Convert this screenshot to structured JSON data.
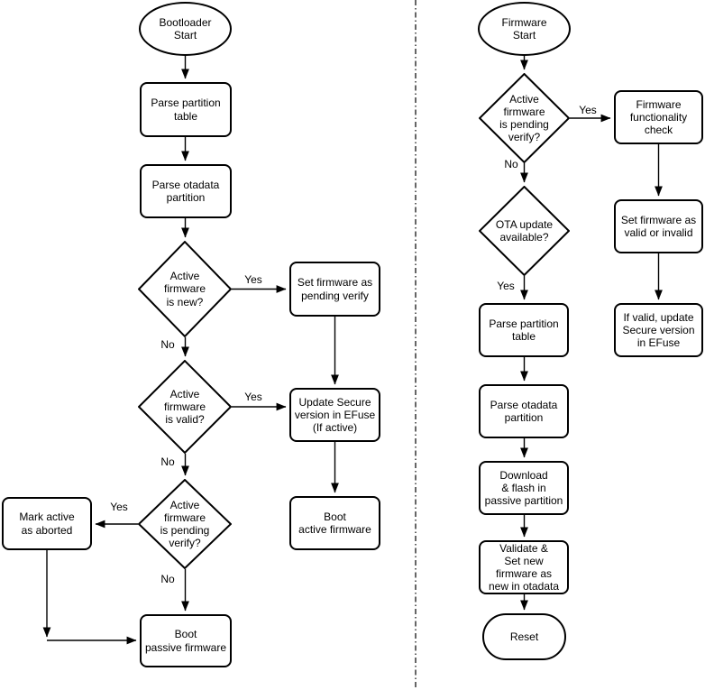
{
  "bootloader_flow": {
    "start": "Bootloader\nStart",
    "parse_partition_table": "Parse partition\ntable",
    "parse_otadata_partition": "Parse otadata\npartition",
    "q_is_new": "Active\nfirmware\nis new?",
    "set_pending_verify": "Set firmware as\npending verify",
    "q_is_valid": "Active\nfirmware\nis valid?",
    "update_secure_version": "Update Secure\nversion in EFuse\n(If active)",
    "q_is_pending_verify": "Active\nfirmware\nis pending\nverify?",
    "mark_active_aborted": "Mark active\nas aborted",
    "boot_active_firmware": "Boot\nactive firmware",
    "boot_passive_firmware": "Boot\npassive firmware"
  },
  "firmware_flow": {
    "start": "Firmware\nStart",
    "q_is_pending_verify": "Active\nfirmware\nis pending\nverify?",
    "functionality_check": "Firmware\nfunctionality\ncheck",
    "q_ota_available": "OTA update\navailable?",
    "set_valid_or_invalid": "Set firmware as\nvalid or invalid",
    "if_valid_update_secure": "If valid, update\nSecure version\nin EFuse",
    "parse_partition_table": "Parse partition\ntable",
    "parse_otadata_partition": "Parse otadata\npartition",
    "download_flash": "Download\n& flash in\npassive partition",
    "validate_set_new": "Validate &\nSet new\nfirmware as\nnew in otadata",
    "reset": "Reset"
  },
  "edge_labels": {
    "yes": "Yes",
    "no": "No"
  },
  "colors": {
    "stroke": "#000000",
    "background": "#ffffff",
    "text": "#000000"
  }
}
